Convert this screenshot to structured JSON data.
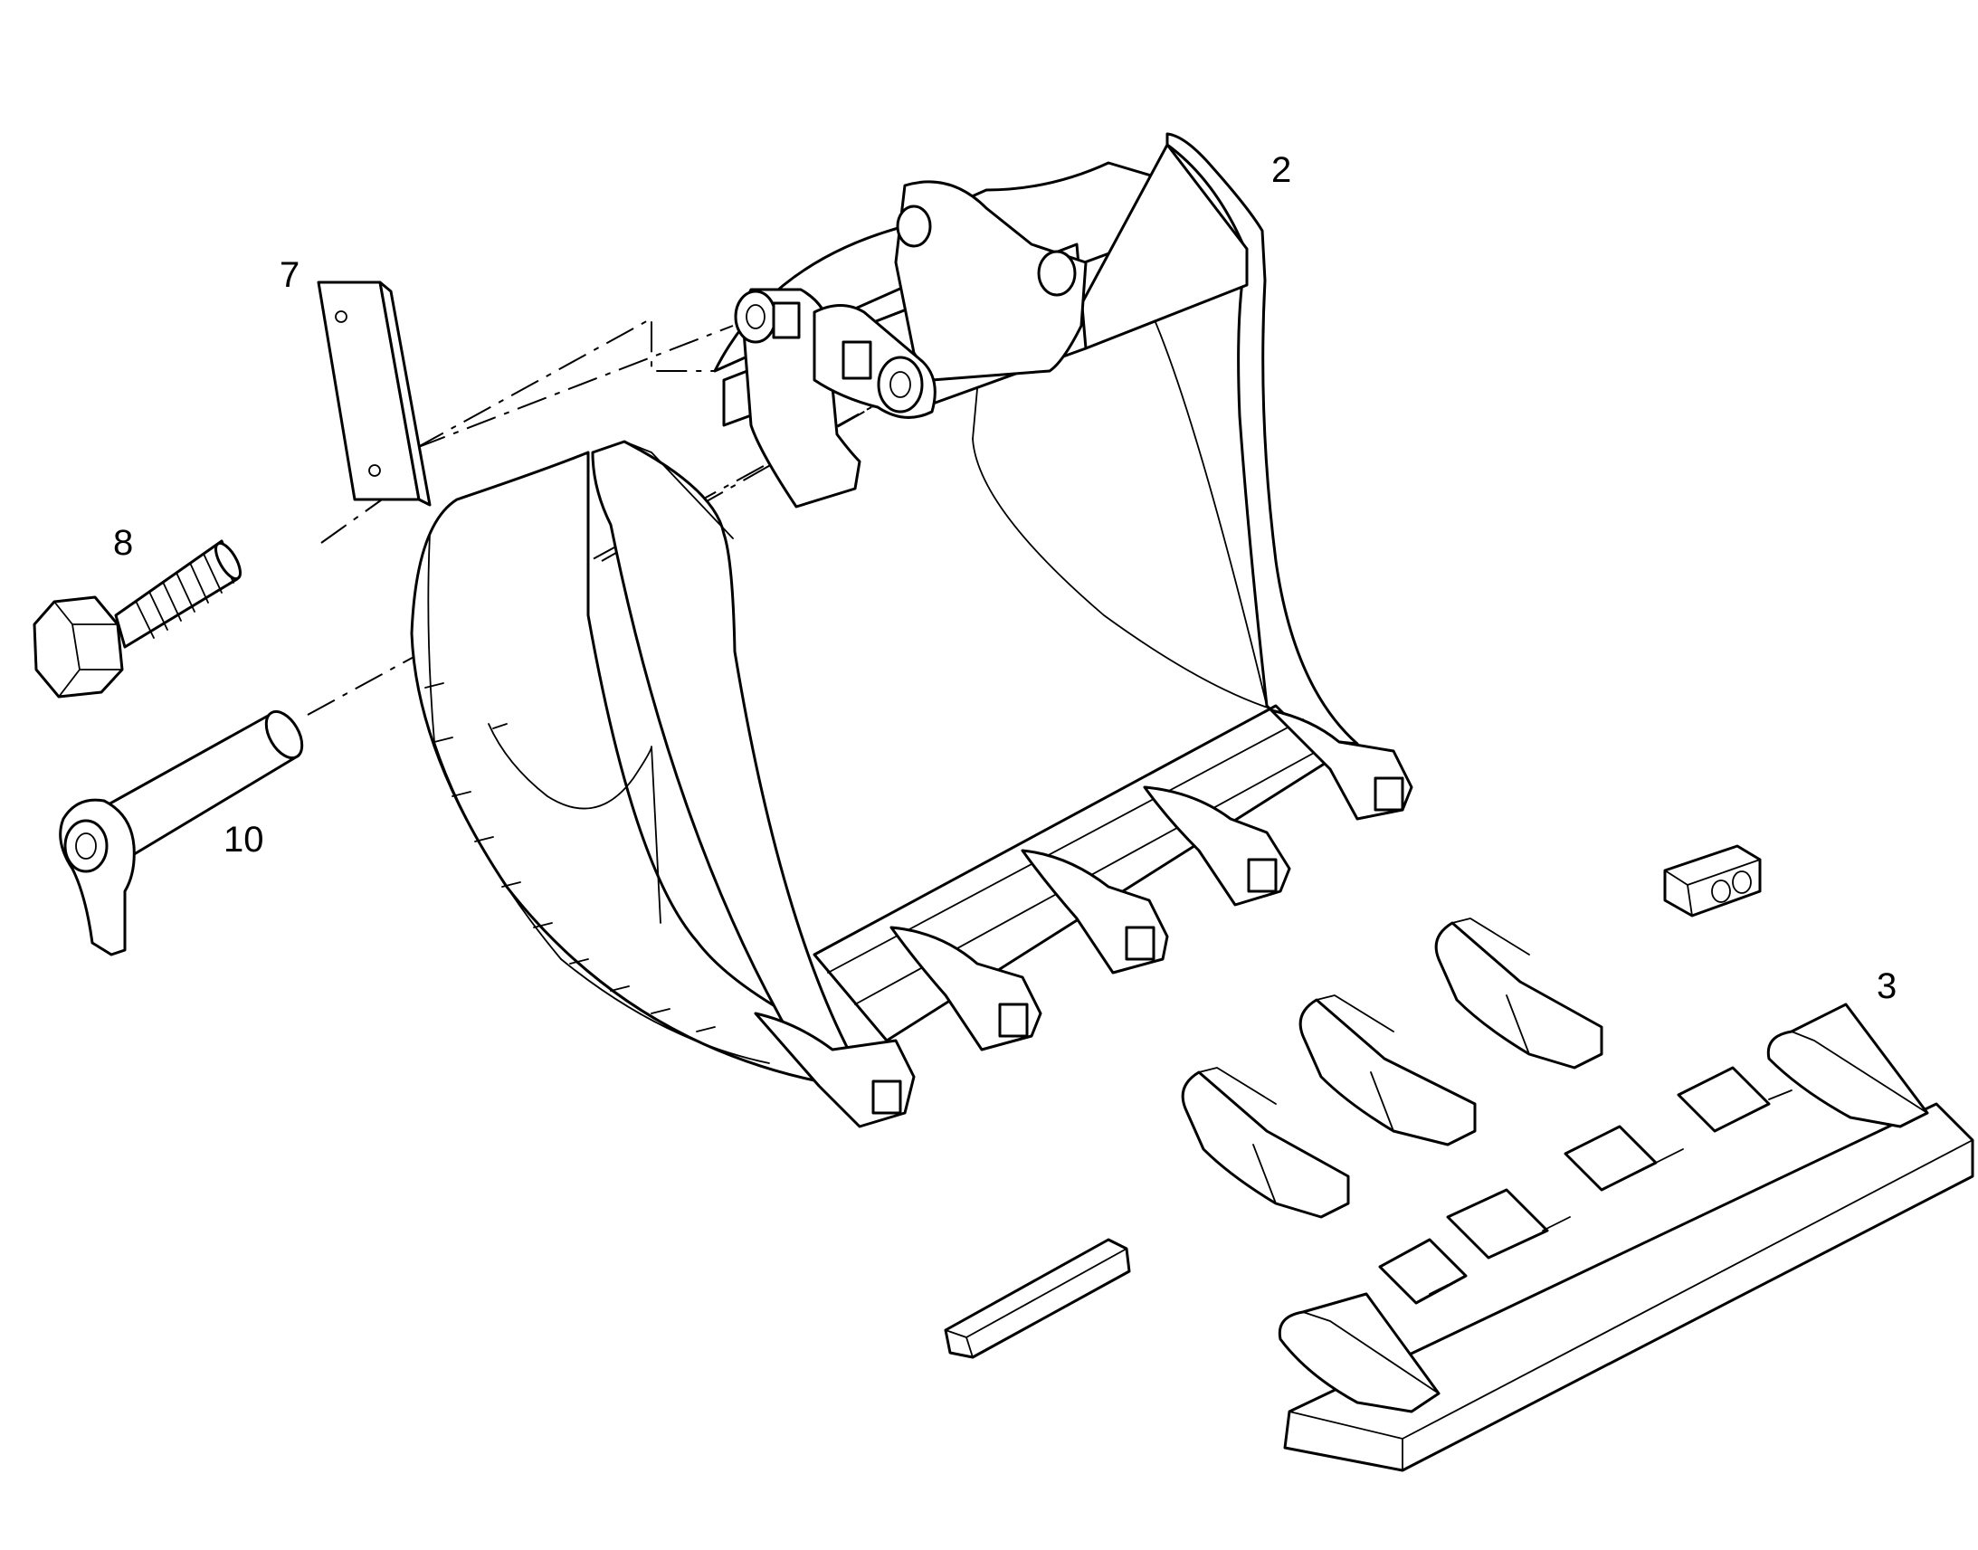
{
  "diagram": {
    "callouts": [
      {
        "id": "bucket",
        "label": "2"
      },
      {
        "id": "plate",
        "label": "7"
      },
      {
        "id": "bolt",
        "label": "8"
      },
      {
        "id": "pin",
        "label": "10"
      },
      {
        "id": "teeth-kit",
        "label": "3"
      }
    ],
    "colors": {
      "line": "#000000",
      "background": "#ffffff"
    }
  }
}
